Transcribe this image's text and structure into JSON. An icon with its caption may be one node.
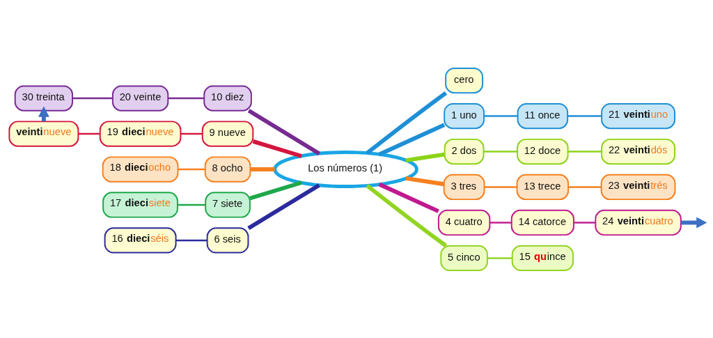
{
  "diagram": {
    "nodes": [
      {
        "text": [
          "Los números (1)"
        ]
      },
      {
        "text": [
          "cero"
        ]
      },
      {
        "text": [
          "1 uno"
        ]
      },
      {
        "text": [
          "11 once"
        ]
      },
      {
        "text": [
          "21 **veinti**uno"
        ]
      },
      {
        "text": [
          "2 dos"
        ]
      },
      {
        "text": [
          "12 doce"
        ]
      },
      {
        "text": [
          "22 **veinti**dós"
        ]
      },
      {
        "text": [
          "3 tres"
        ]
      },
      {
        "text": [
          "13 trece"
        ]
      },
      {
        "text": [
          "23 **veinti**trés"
        ]
      },
      {
        "text": [
          "4 cuatro"
        ]
      },
      {
        "text": [
          "14 catorce"
        ]
      },
      {
        "text": [
          "24 **veinti**cuatro"
        ]
      },
      {
        "text": [
          "5 cinco"
        ]
      },
      {
        "text": [
          "15 **qu**ince"
        ]
      },
      {
        "text": [
          "6 seis"
        ]
      },
      {
        "text": [
          "16 **dieci**séis"
        ]
      },
      {
        "text": [
          "7 siete"
        ]
      },
      {
        "text": [
          "17 **dieci**siete"
        ]
      },
      {
        "text": [
          "8 ocho"
        ]
      },
      {
        "text": [
          "18 **dieci**ocho"
        ]
      },
      {
        "text": [
          "9 nueve"
        ]
      },
      {
        "text": [
          "19 **dieci**nueve"
        ]
      },
      {
        "text": [
          "**veinti**nueve"
        ]
      },
      {
        "text": [
          "10 diez"
        ]
      },
      {
        "text": [
          "20 veinte"
        ]
      },
      {
        "text": [
          "30 treinta"
        ]
      }
    ],
    "edges": [
      {
        "from": 0,
        "to": 1,
        "arrow": "none",
        "style": "thick",
        "color": "#1f8fd6"
      },
      {
        "from": 0,
        "to": 2,
        "arrow": "none",
        "style": "thick",
        "color": "#1f8fd6"
      },
      {
        "from": 2,
        "to": 3,
        "arrow": "none",
        "color": "#1f8fd6"
      },
      {
        "from": 3,
        "to": 4,
        "arrow": "none",
        "color": "#1f8fd6"
      },
      {
        "from": 0,
        "to": 5,
        "arrow": "none",
        "style": "thick",
        "color": "#8cd317"
      },
      {
        "from": 5,
        "to": 6,
        "arrow": "none",
        "color": "#8cd317"
      },
      {
        "from": 6,
        "to": 7,
        "arrow": "none",
        "color": "#8cd317"
      },
      {
        "from": 0,
        "to": 8,
        "arrow": "none",
        "style": "thick",
        "color": "#f5801f"
      },
      {
        "from": 8,
        "to": 9,
        "arrow": "none",
        "color": "#f5801f"
      },
      {
        "from": 9,
        "to": 10,
        "arrow": "none",
        "color": "#f5801f"
      },
      {
        "from": 0,
        "to": 11,
        "arrow": "none",
        "style": "thick",
        "color": "#c0198f"
      },
      {
        "from": 11,
        "to": 12,
        "arrow": "none",
        "color": "#c0198f"
      },
      {
        "from": 12,
        "to": 13,
        "arrow": "none",
        "color": "#c0198f"
      },
      {
        "from": 13,
        "to": null,
        "arrow": "to",
        "style": "thick",
        "color": "#3d6fc2"
      },
      {
        "from": 0,
        "to": 14,
        "arrow": "none",
        "style": "thick",
        "color": "#92d422"
      },
      {
        "from": 14,
        "to": 15,
        "arrow": "none",
        "color": "#92d422"
      },
      {
        "from": 16,
        "to": 0,
        "arrow": "none",
        "style": "thick",
        "color": "#2b2b9e"
      },
      {
        "from": 17,
        "to": 16,
        "arrow": "none",
        "color": "#2b2b9e"
      },
      {
        "from": 18,
        "to": 0,
        "arrow": "none",
        "style": "thick",
        "color": "#1ea84b"
      },
      {
        "from": 19,
        "to": 18,
        "arrow": "none",
        "color": "#1ea84b"
      },
      {
        "from": 20,
        "to": 0,
        "arrow": "none",
        "style": "thick",
        "color": "#f5801f"
      },
      {
        "from": 21,
        "to": 20,
        "arrow": "none",
        "color": "#f5801f"
      },
      {
        "from": 22,
        "to": 0,
        "arrow": "none",
        "style": "thick",
        "color": "#d4163f"
      },
      {
        "from": 23,
        "to": 22,
        "arrow": "none",
        "color": "#d4163f"
      },
      {
        "from": 24,
        "to": 23,
        "arrow": "none",
        "color": "#d4163f"
      },
      {
        "from": 24,
        "to": 27,
        "arrow": "to",
        "style": "thick",
        "color": "#3d6fc2"
      },
      {
        "from": 25,
        "to": 0,
        "arrow": "none",
        "style": "thick",
        "color": "#772b91"
      },
      {
        "from": 26,
        "to": 25,
        "arrow": "none",
        "color": "#772b91"
      },
      {
        "from": 27,
        "to": 26,
        "arrow": "none",
        "color": "#772b91"
      }
    ]
  }
}
